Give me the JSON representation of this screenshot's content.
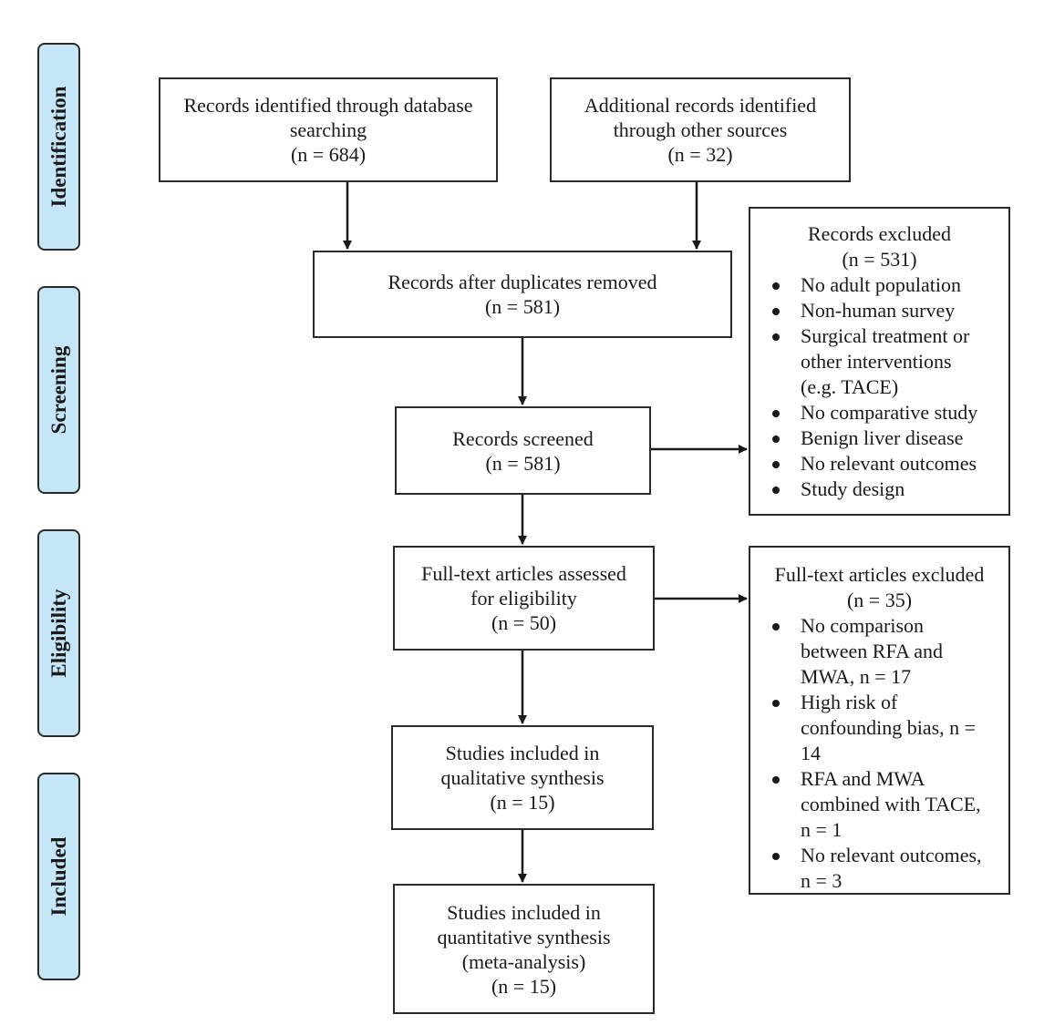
{
  "phases": {
    "identification": "Identification",
    "screening": "Screening",
    "eligibility": "Eligibility",
    "included": "Included"
  },
  "boxes": {
    "database": {
      "lines": [
        "Records identified through database",
        "searching",
        "(n = 684)"
      ]
    },
    "other_sources": {
      "lines": [
        "Additional records identified",
        "through other sources",
        "(n = 32)"
      ]
    },
    "duplicates_removed": {
      "lines": [
        "Records after duplicates removed",
        "(n = 581)"
      ]
    },
    "screened": {
      "lines": [
        "Records screened",
        "(n = 581)"
      ]
    },
    "full_text": {
      "lines": [
        "Full-text articles assessed",
        "for eligibility",
        "(n = 50)"
      ]
    },
    "qualitative": {
      "lines": [
        "Studies included in",
        "qualitative synthesis",
        "(n = 15)"
      ]
    },
    "quantitative": {
      "lines": [
        "Studies included in",
        "quantitative synthesis",
        "(meta-analysis)",
        "(n = 15)"
      ]
    }
  },
  "records_excluded": {
    "title": "Records excluded",
    "count": "(n = 531)",
    "items": [
      {
        "lines": [
          "No adult population"
        ]
      },
      {
        "lines": [
          "Non-human survey"
        ]
      },
      {
        "lines": [
          "Surgical treatment or",
          "other interventions",
          "(e.g. TACE)"
        ]
      },
      {
        "lines": [
          "No comparative study"
        ]
      },
      {
        "lines": [
          "Benign liver disease"
        ]
      },
      {
        "lines": [
          "No relevant outcomes"
        ]
      },
      {
        "lines": [
          "Study design"
        ]
      }
    ]
  },
  "fulltext_excluded": {
    "title": "Full-text articles excluded",
    "count": "(n = 35)",
    "items": [
      {
        "lines": [
          "No comparison",
          "between RFA and",
          "MWA, n = 17"
        ]
      },
      {
        "lines": [
          "High risk of",
          "confounding bias, n =",
          "14"
        ]
      },
      {
        "lines": [
          "RFA and MWA",
          "combined with TACE,",
          "n = 1"
        ]
      },
      {
        "lines": [
          "No relevant outcomes,",
          "n = 3"
        ]
      }
    ]
  }
}
